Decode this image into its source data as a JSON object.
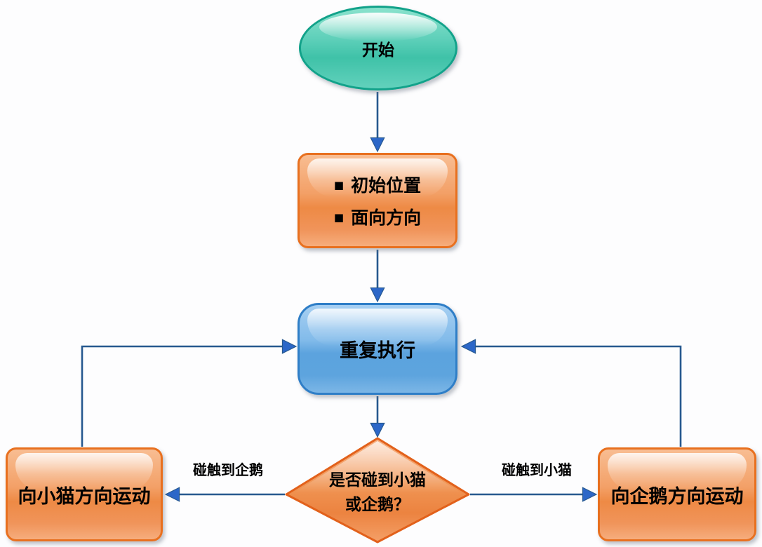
{
  "diagram": {
    "type": "flowchart",
    "nodes": {
      "start": {
        "label": "开始",
        "shape": "ellipse",
        "color": "#4ec7ae"
      },
      "init": {
        "shape": "process",
        "color": "#f09554",
        "items": [
          {
            "bullet": "■",
            "text": "初始位置"
          },
          {
            "bullet": "■",
            "text": "面向方向"
          }
        ]
      },
      "loop": {
        "label": "重复执行",
        "shape": "process",
        "color": "#6aabe2"
      },
      "decision": {
        "line1": "是否碰到小猫",
        "line2": "或企鹅？",
        "shape": "diamond",
        "color": "#f09554"
      },
      "move_to_cat": {
        "label": "向小猫方向运动",
        "shape": "process",
        "color": "#f09554"
      },
      "move_to_penguin": {
        "label": "向企鹅方向运动",
        "shape": "process",
        "color": "#f09554"
      }
    },
    "edges": {
      "touch_penguin_label": "碰触到企鹅",
      "touch_cat_label": "碰触到小猫"
    },
    "colors": {
      "connector_line": "#27598f",
      "arrowhead": "#2c67c8",
      "start_border": "#12a28a",
      "orange_border": "#e8701f",
      "blue_border": "#2f7ec7",
      "background": "#fdfdfe"
    }
  }
}
